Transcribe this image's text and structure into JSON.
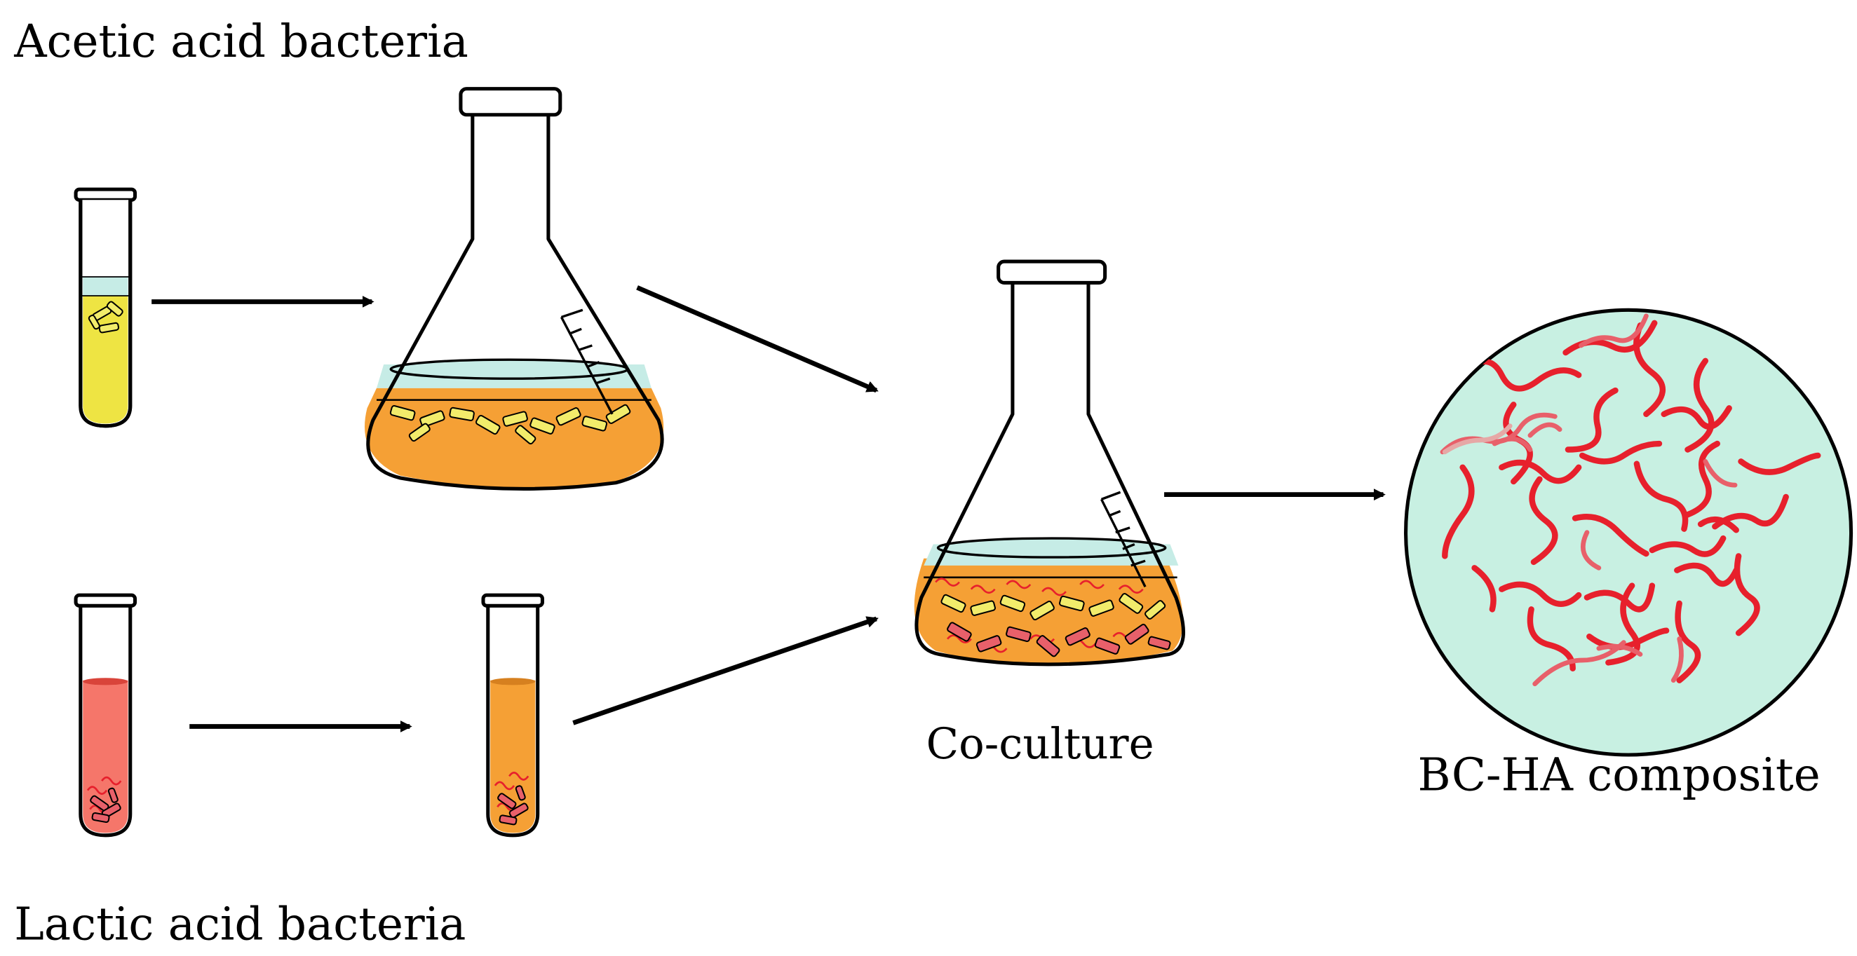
{
  "labels": {
    "acetic": "Acetic acid bacteria",
    "lactic": "Lactic acid bacteria",
    "coculture": "Co-culture",
    "composite": "BC-HA composite"
  },
  "colors": {
    "yellow_medium": "#eee443",
    "pale_liquid": "#c6ece6",
    "orange_medium": "#f5a035",
    "red_medium": "#f5766a",
    "bacteria_yellow": "#f2ec6b",
    "bacteria_pink": "#e8606a",
    "fiber_red": "#e7202c",
    "circle_fill": "#c8f0e2"
  }
}
